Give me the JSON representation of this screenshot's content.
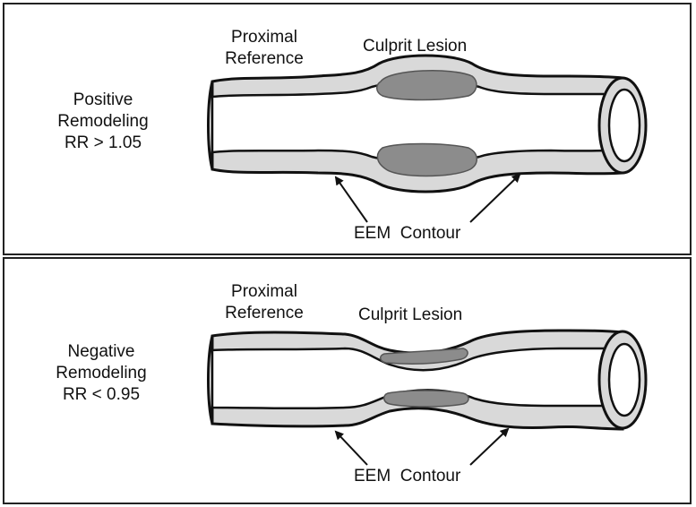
{
  "panels": [
    {
      "id": "positive",
      "side_label": [
        "Positive",
        "Remodeling",
        "RR > 1.05"
      ],
      "proximal_label": [
        "Proximal",
        "Reference"
      ],
      "lesion_label": "Culprit Lesion",
      "contour_label": "EEM  Contour",
      "remodeling": "positive"
    },
    {
      "id": "negative",
      "side_label": [
        "Negative",
        "Remodeling",
        "RR < 0.95"
      ],
      "proximal_label": [
        "Proximal",
        "Reference"
      ],
      "lesion_label": "Culprit Lesion",
      "contour_label": "EEM  Contour",
      "remodeling": "negative"
    }
  ],
  "colors": {
    "vessel_wall": "#d9d9d9",
    "plaque": "#8c8c8c",
    "outline": "#111111",
    "border": "#222222"
  }
}
